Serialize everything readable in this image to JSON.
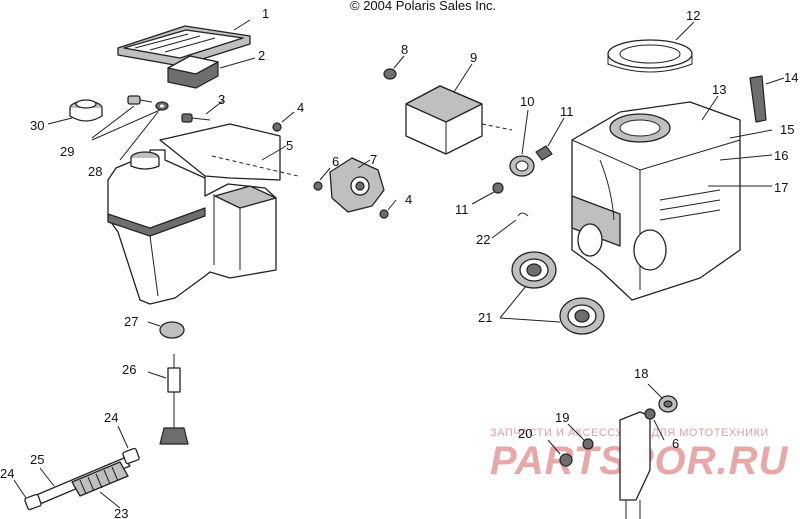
{
  "copyright": "© 2004 Polaris Sales Inc.",
  "callouts": {
    "n1": "1",
    "n2": "2",
    "n3": "3",
    "n4a": "4",
    "n4b": "4",
    "n5": "5",
    "n6a": "6",
    "n6b": "6",
    "n7": "7",
    "n8": "8",
    "n9": "9",
    "n10": "10",
    "n11a": "11",
    "n11b": "11",
    "n12": "12",
    "n13": "13",
    "n14": "14",
    "n15": "15",
    "n16": "16",
    "n17": "17",
    "n18": "18",
    "n19": "19",
    "n20": "20",
    "n21": "21",
    "n22": "22",
    "n23": "23",
    "n24a": "24",
    "n24b": "24",
    "n25": "25",
    "n26": "26",
    "n27": "27",
    "n28": "28",
    "n29": "29",
    "n30": "30"
  },
  "watermark": {
    "line1": "ЗАПЧАСТИ И АКСЕССУАРЫ ДЛЯ МОТОТЕХНИКИ",
    "line2": "PARTSPOR.RU"
  }
}
